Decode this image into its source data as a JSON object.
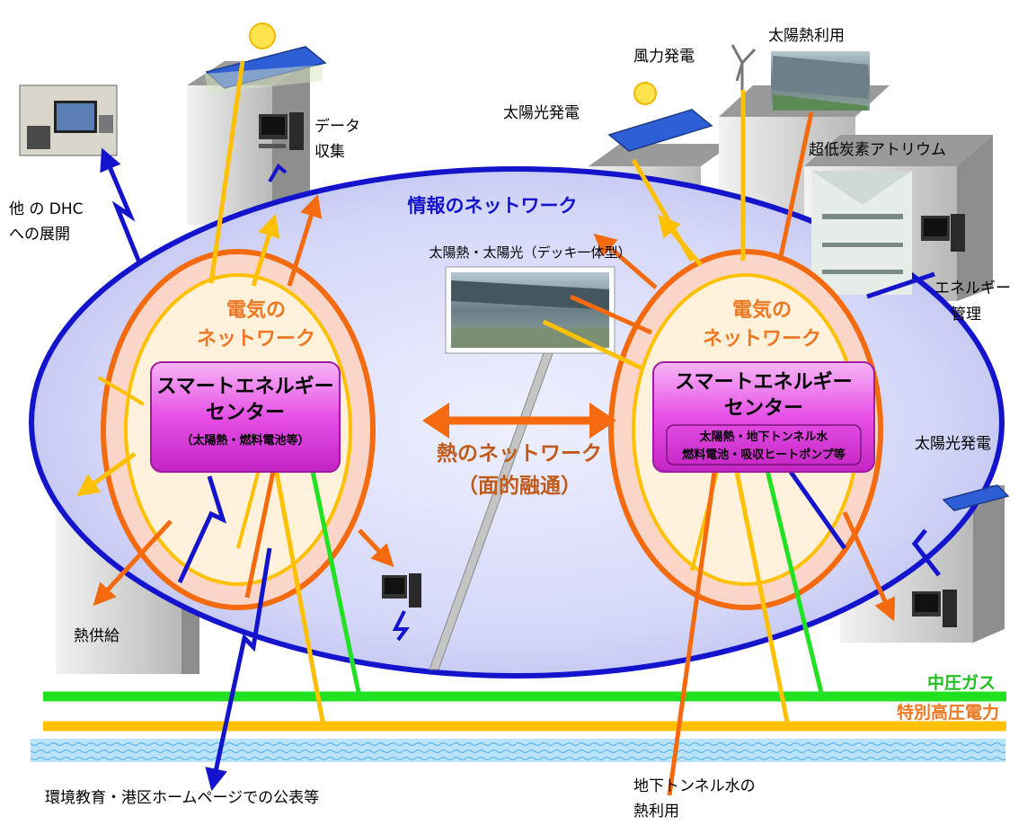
{
  "labels": {
    "info_network": "情報のネットワーク",
    "heat_network_1": "熱のネットワーク",
    "heat_network_2": "（面的融通）",
    "elec_network_1": "電気の",
    "elec_network_2": "ネットワーク",
    "center_title_1": "スマートエネルギー",
    "center_title_2": "センター",
    "left_center_sub": "（太陽熱・燃料電池等）",
    "right_center_sub_1": "太陽熱・地下トンネル水",
    "right_center_sub_2": "燃料電池・吸収ヒートポンプ等",
    "data_collect_1": "データ",
    "data_collect_2": "収集",
    "other_dhc_1": "他 の DHC",
    "other_dhc_2": "への展開",
    "wind_power": "風力発電",
    "solar_heat_use": "太陽熱利用",
    "solar_power_top": "太陽光発電",
    "atrium": "超低炭素アトリウム",
    "deck_solar": "太陽熱・太陽光（デッキ一体型）",
    "energy_mgmt_1": "エネルギー",
    "energy_mgmt_2": "管理",
    "solar_power_right": "太陽光発電",
    "heat_supply": "熱供給",
    "medium_gas": "中圧ガス",
    "high_voltage": "特別高圧電力",
    "env_education": "環境教育・港区ホームページでの公表等",
    "tunnel_water_1": "地下トンネル水の",
    "tunnel_water_2": "熱利用"
  },
  "colors": {
    "info_blue": "#1414cc",
    "ellipse_fill": "#c6c9f4",
    "electric_orange": "#f46a0e",
    "yellow_line": "#ffc000",
    "gas_green": "#22e022",
    "center_magenta": "#e845e8",
    "heat_text": "#c05a1a",
    "elec_text": "#ee7722",
    "water": "#a8d8f8"
  },
  "icons": [
    "solar-panel-icon",
    "computer-icon",
    "wind-turbine-icon",
    "photo-icon"
  ]
}
